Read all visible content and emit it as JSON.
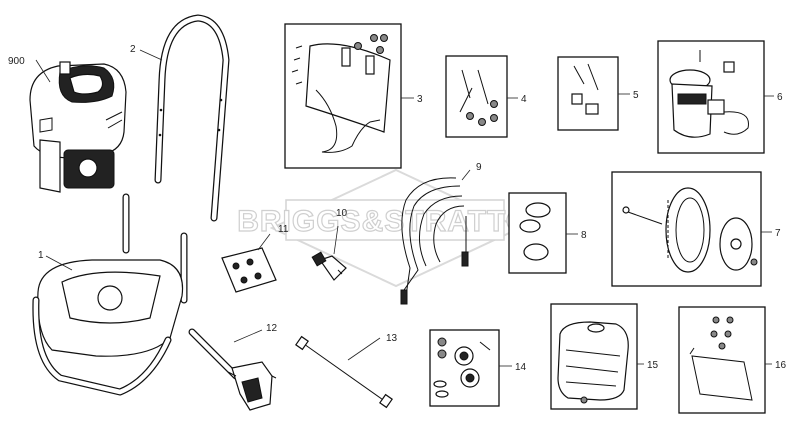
{
  "watermark": "BRIGGS&STRATTON",
  "callouts": [
    {
      "id": "engine",
      "label": "900"
    },
    {
      "id": "frame",
      "label": "1"
    },
    {
      "id": "handle",
      "label": "2"
    },
    {
      "id": "bracket-kit",
      "label": "3"
    },
    {
      "id": "bolt-kit",
      "label": "4"
    },
    {
      "id": "hardware-kit",
      "label": "5"
    },
    {
      "id": "pump",
      "label": "6"
    },
    {
      "id": "wheel-kit",
      "label": "7"
    },
    {
      "id": "o-ring-kit",
      "label": "8"
    },
    {
      "id": "hose",
      "label": "9"
    },
    {
      "id": "nozzle",
      "label": "10"
    },
    {
      "id": "nozzle-tips",
      "label": "11"
    },
    {
      "id": "spray-gun",
      "label": "12"
    },
    {
      "id": "wand",
      "label": "13"
    },
    {
      "id": "repair-kit",
      "label": "14"
    },
    {
      "id": "detergent-tank",
      "label": "15"
    },
    {
      "id": "bracket-hardware",
      "label": "16"
    }
  ]
}
